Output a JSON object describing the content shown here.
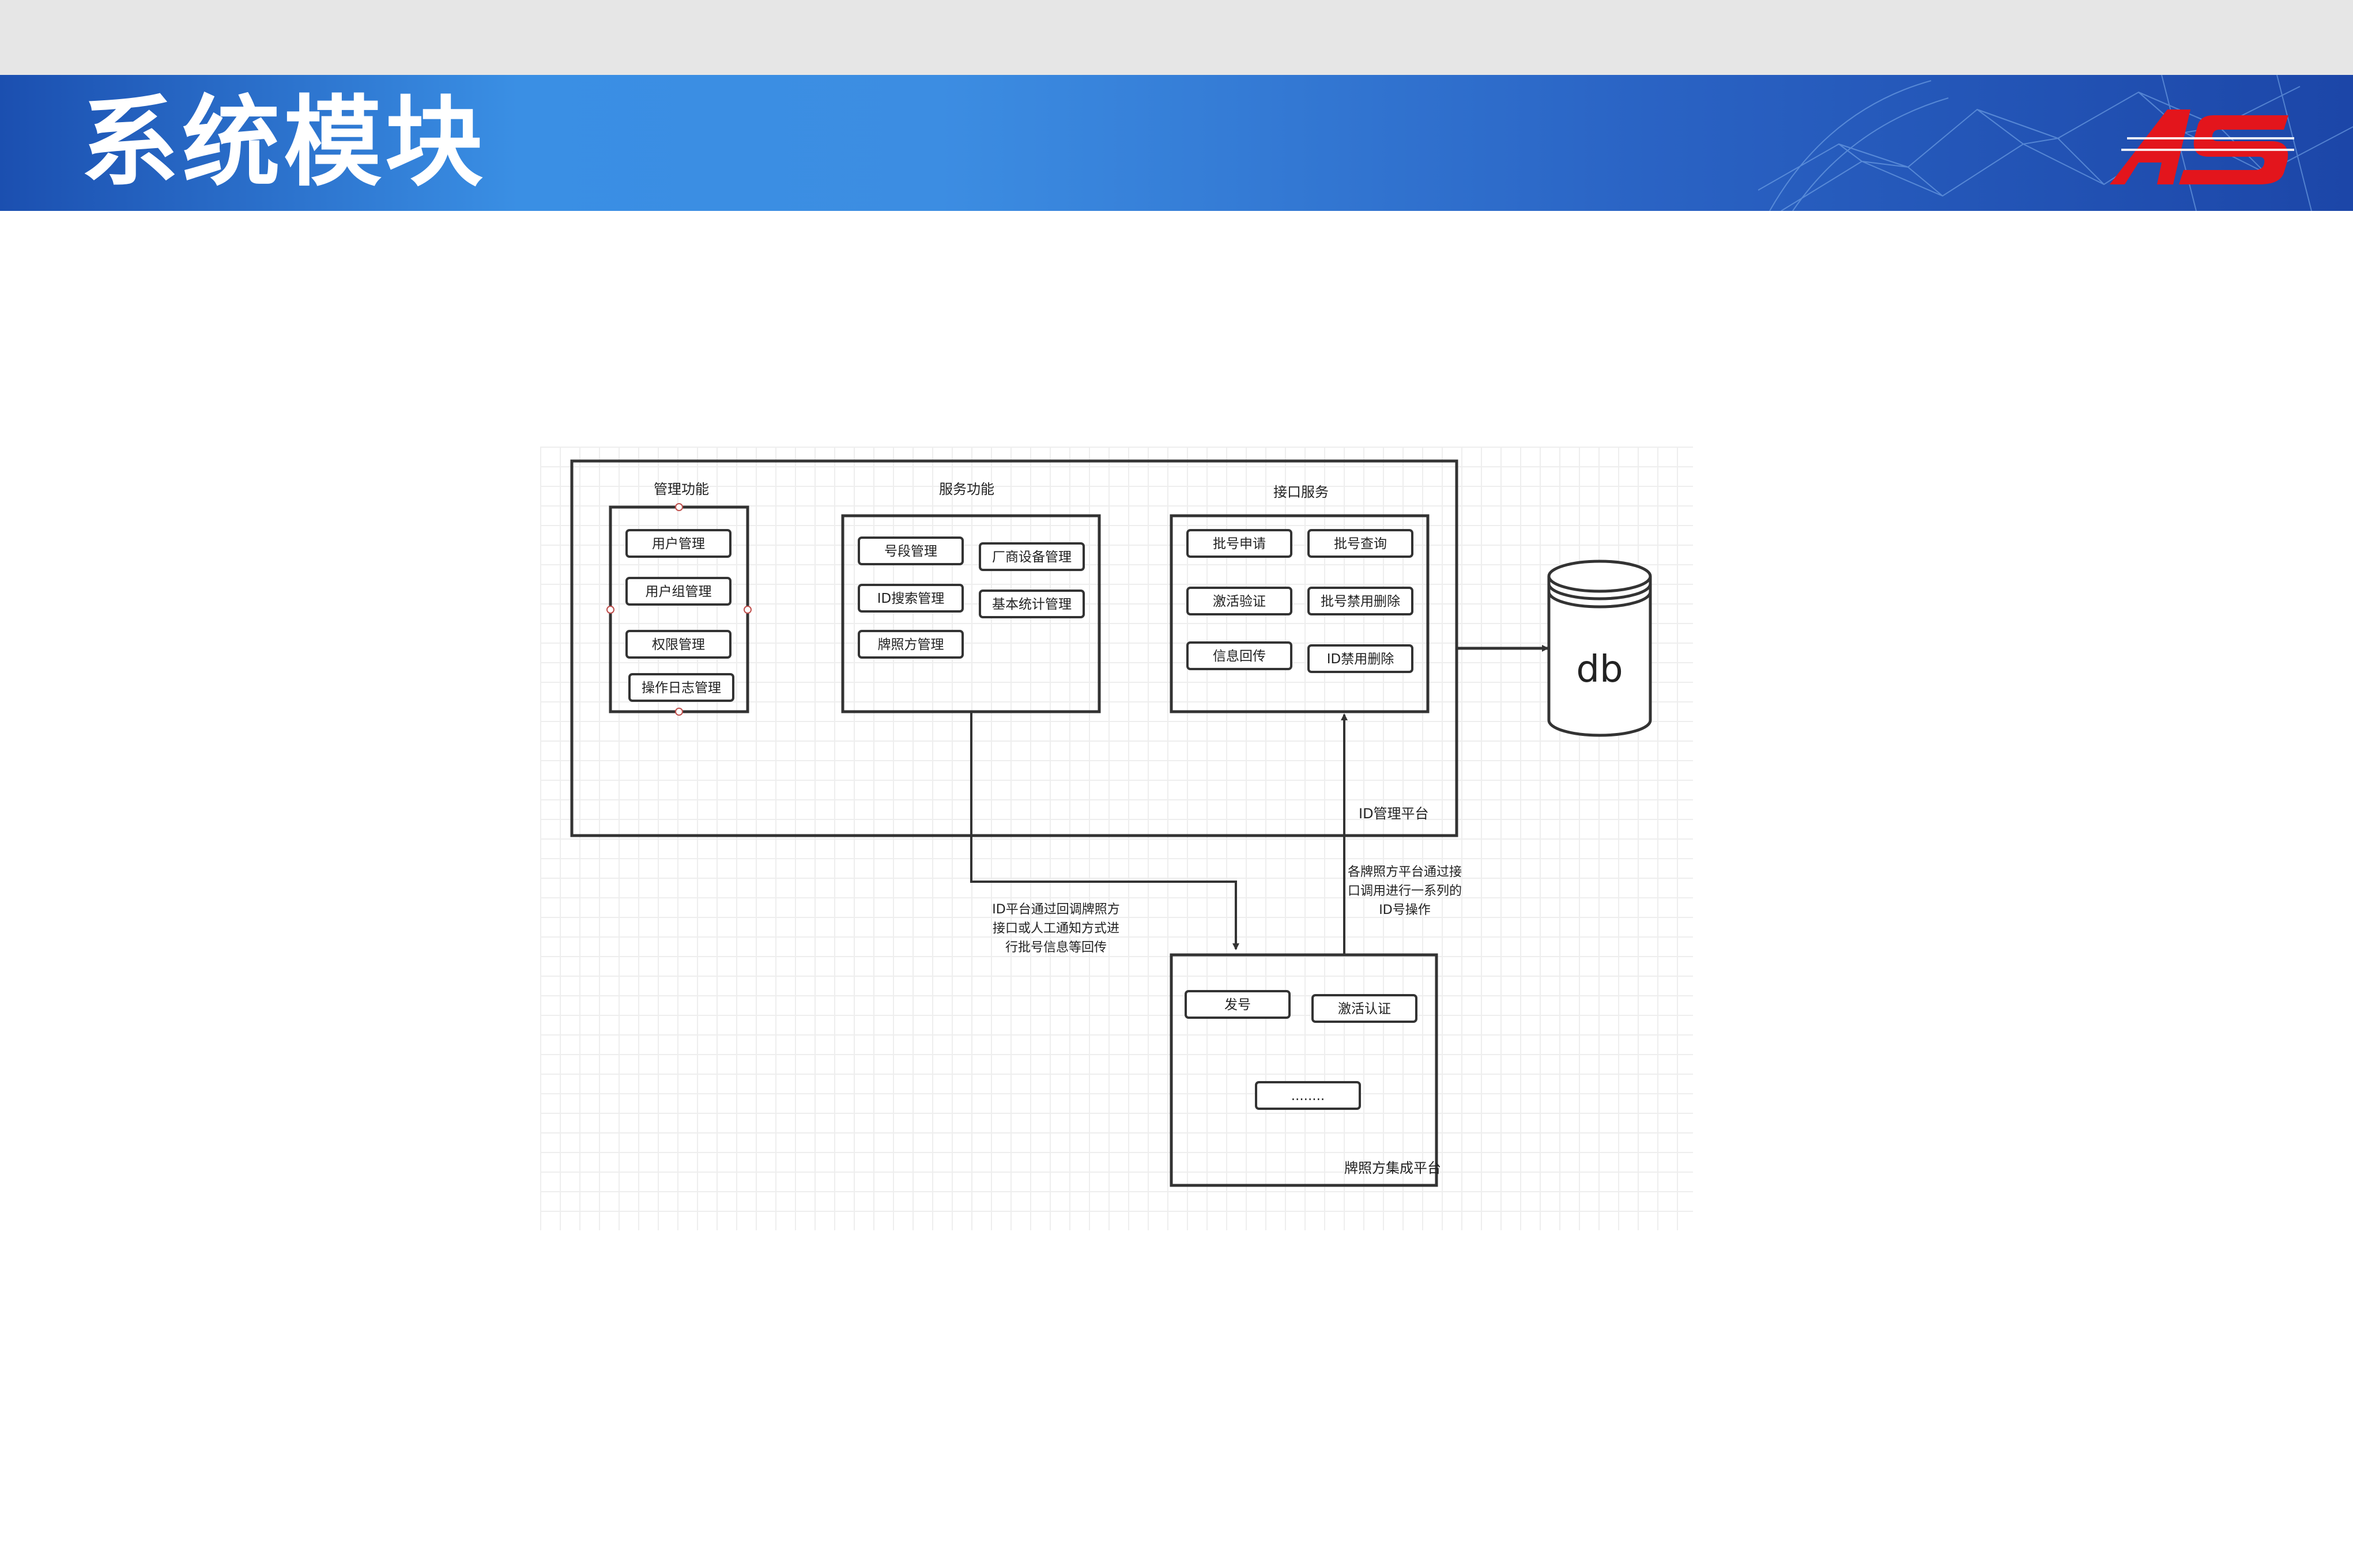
{
  "slide": {
    "title": "系统模块",
    "logo_text": "AS"
  },
  "colors": {
    "banner_start": "#1b4fb0",
    "banner_mid": "#3a8fe4",
    "logo_red": "#e3151c",
    "line": "#333333"
  },
  "diagram": {
    "platform_label": "ID管理平台",
    "management": {
      "title": "管理功能",
      "items": [
        "用户管理",
        "用户组管理",
        "权限管理",
        "操作日志管理"
      ]
    },
    "service": {
      "title": "服务功能",
      "items": [
        "号段管理",
        "厂商设备管理",
        "ID搜索管理",
        "基本统计管理",
        "牌照方管理"
      ]
    },
    "interface": {
      "title": "接口服务",
      "items": [
        "批号申请",
        "批号查询",
        "激活验证",
        "批号禁用删除",
        "信息回传",
        "ID禁用删除"
      ]
    },
    "db_label": "db",
    "integration": {
      "label": "牌照方集成平台",
      "items": [
        "发号",
        "激活认证",
        "........"
      ]
    },
    "note_down": [
      "ID平台通过回调牌照方",
      "接口或人工通知方式进",
      "行批号信息等回传"
    ],
    "note_up": [
      "各牌照方平台通过接",
      "口调用进行一系列的",
      "ID号操作"
    ]
  }
}
